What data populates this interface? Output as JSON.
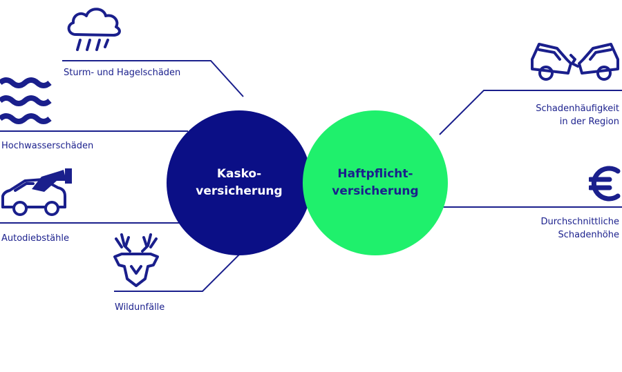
{
  "colors": {
    "navy": "#1a1f8c",
    "circle_dark": "#0b0f86",
    "circle_green": "#1ff06c",
    "circle_green_text": "#1a1f8c",
    "circle_dark_text": "#ffffff"
  },
  "circles": {
    "kasko": {
      "label": "Kasko-\nversicherung"
    },
    "haftpflicht": {
      "label": "Haftpflicht-\nversicherung"
    }
  },
  "labels": {
    "sturm": "Sturm- und Hagelschäden",
    "hochwasser": "Hochwasserschäden",
    "autodiebstahl": "Autodiebstähle",
    "wildunfall": "Wildunfälle",
    "schadenhaeufigkeit_1": "Schadenhäufigkeit",
    "schadenhaeufigkeit_2": "in der Region",
    "schadenhoehe_1": "Durchschnittliche",
    "schadenhoehe_2": "Schadenhöhe"
  },
  "icons": {
    "sturm": "rain-cloud-icon",
    "hochwasser": "waves-icon",
    "autodiebstahl": "car-theft-icon",
    "wildunfall": "deer-icon",
    "schadenhaeufigkeit": "car-crash-icon",
    "schadenhoehe": "euro-icon"
  }
}
